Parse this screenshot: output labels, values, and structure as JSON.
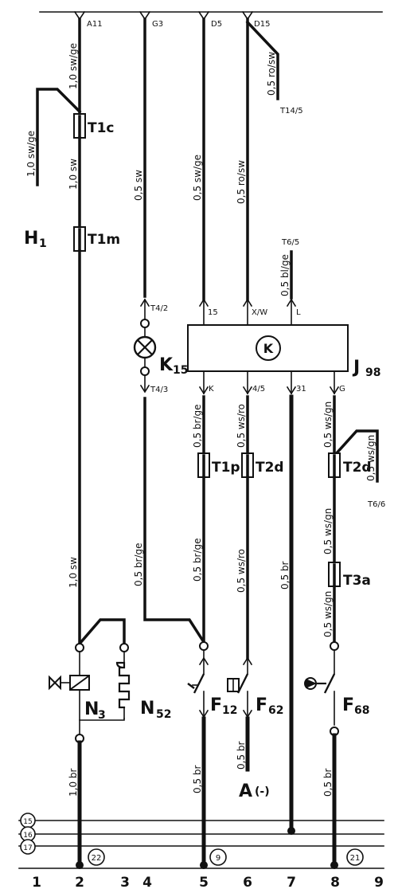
{
  "terminals_top": [
    "A11",
    "G3",
    "D5",
    "D15"
  ],
  "wire_labels": {
    "a11_upper": "1,0 sw/ge",
    "a11_mid": "1,0 sw",
    "h1_branch": "1,0 sw/ge",
    "n3_feed": "1,0 sw",
    "n3_ground": "1,0 br",
    "g3": "0,5 sw",
    "k15_lower": "0,5 br/ge",
    "d5": "0,5 sw/ge",
    "d15": "0,5 ro/sw",
    "t14_branch": "0,5 ro/sw",
    "t65_branch": "0,5 bl/ge",
    "k_pin_a": "0,5 br/ge",
    "k_pin_b": "0,5 br/ge",
    "f12_ground": "0,5 br",
    "p45_a": "0,5 ws/ro",
    "p45_b": "0,5 ws/ro",
    "f62_out": "0,5 br",
    "p31": "0,5 br",
    "g_a": "0,5 ws/gn",
    "t66_branch": "0,5 ws/gn",
    "g_b": "0,5 ws/gn",
    "g_c": "0,5 ws/gn",
    "f68_ground": "0,5 br"
  },
  "connectors": {
    "t1c": "T1c",
    "t1m": "T1m",
    "t1p": "T1p",
    "t2d_left": "T2d",
    "t2d_right": "T2d",
    "t3a": "T3a",
    "t4_2": "T4/2",
    "t4_3": "T4/3",
    "t14_5": "T14/5",
    "t6_5": "T6/5",
    "t6_6": "T6/6"
  },
  "components": {
    "h1": {
      "name": "H",
      "sub": "1"
    },
    "k15": {
      "name": "K",
      "sub": "15"
    },
    "j98": {
      "name": "J",
      "sub": "98",
      "symbol": "K"
    },
    "n3": {
      "name": "N",
      "sub": "3"
    },
    "n52": {
      "name": "N",
      "sub": "52"
    },
    "f12": {
      "name": "F",
      "sub": "12"
    },
    "f62": {
      "name": "F",
      "sub": "62"
    },
    "f68": {
      "name": "F",
      "sub": "68"
    },
    "a_minus": {
      "name": "A",
      "sub": "(-)"
    }
  },
  "j98_pins": [
    "15",
    "X/W",
    "L",
    "K",
    "4/5",
    "31",
    "G"
  ],
  "ground_points": [
    "22",
    "9",
    "21"
  ],
  "bus_lines": [
    "15",
    "16",
    "17"
  ],
  "column_numbers": [
    "1",
    "2",
    "3",
    "4",
    "5",
    "6",
    "7",
    "8",
    "9"
  ]
}
